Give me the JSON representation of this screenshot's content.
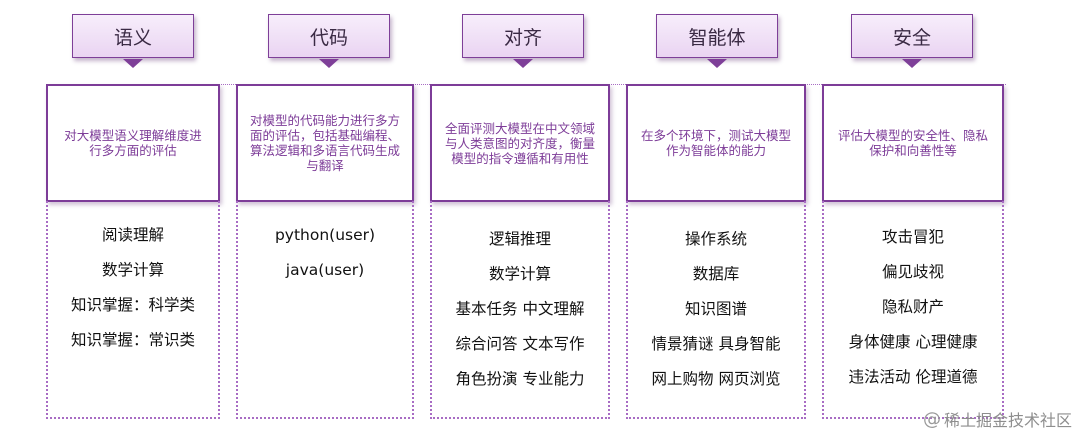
{
  "columns": [
    {
      "title": "语义",
      "description": "对大模型语义理解维度进行多方面的评估",
      "items": [
        "阅读理解",
        "数学计算",
        "知识掌握：科学类",
        "知识掌握：常识类"
      ]
    },
    {
      "title": "代码",
      "description": "对模型的代码能力进行多方面的评估，包括基础编程、算法逻辑和多语言代码生成与翻译",
      "items": [
        "python(user)",
        "java(user)"
      ]
    },
    {
      "title": "对齐",
      "description": "全面评测大模型在中文领域与人类意图的对齐度，衡量模型的指令遵循和有用性",
      "items": [
        "逻辑推理",
        "数学计算",
        "基本任务  中文理解",
        "综合问答  文本写作",
        "角色扮演  专业能力"
      ]
    },
    {
      "title": "智能体",
      "description": "在多个环境下，测试大模型作为智能体的能力",
      "items": [
        "操作系统",
        "数据库",
        "知识图谱",
        "情景猜谜  具身智能",
        "网上购物  网页浏览"
      ]
    },
    {
      "title": "安全",
      "description": "评估大模型的安全性、隐私保护和向善性等",
      "items": [
        "攻击冒犯",
        "偏见歧视",
        "隐私财产",
        "身体健康  心理健康",
        "违法活动  伦理道德"
      ]
    }
  ],
  "watermark": {
    "icon": "at-sign-icon",
    "text": "稀土掘金技术社区"
  }
}
